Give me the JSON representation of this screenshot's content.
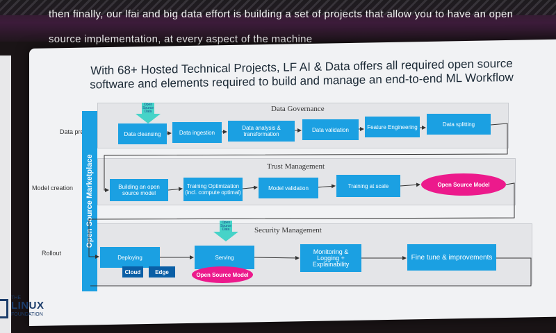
{
  "caption": {
    "line1": "then finally, our lfai and big data effort is building a set of projects that allow you to have an open",
    "line2": "source implementation, at every aspect of the machine"
  },
  "slide": {
    "headline_line1": "With 68+ Hosted Technical Projects, LF AI & Data offers all required open source",
    "headline_line2": "software and elements required to build and manage an end-to-end ML Workflow",
    "marketplace_label": "Open Source Marketplace",
    "rows": {
      "data_prep": "Data prep",
      "model_creation": "Model creation",
      "rollout": "Rollout"
    },
    "sections": {
      "data_governance": {
        "title": "Data Governance",
        "badge": "Open Source Data",
        "steps": [
          "Data cleansing",
          "Data ingestion",
          "Data analysis & transformation",
          "Data validation",
          "Feature Engineering",
          "Data splitting"
        ]
      },
      "trust_management": {
        "title": "Trust Management",
        "steps": [
          "Building an open source model",
          "Training Optimization (incl. compute optimal)",
          "Model validation",
          "Training at scale"
        ],
        "result": "Open Source Model"
      },
      "security_management": {
        "title": "Security Management",
        "badge": "Open Source Data",
        "deploying": "Deploying",
        "cloud": "Cloud",
        "edge": "Edge",
        "serving": "Serving",
        "serving_badge": "Open Source Model",
        "monitoring": "Monitoring & Logging + Explainability",
        "finetune": "Fine tune & improvements"
      }
    },
    "logo": {
      "the": "THE",
      "linux": "LINUX",
      "foundation": "FOUNDATION"
    },
    "colors": {
      "blue": "#1ba0e2",
      "magenta": "#ec1a8c",
      "teal": "#46d3c8",
      "navy": "#0a5fa6"
    }
  }
}
